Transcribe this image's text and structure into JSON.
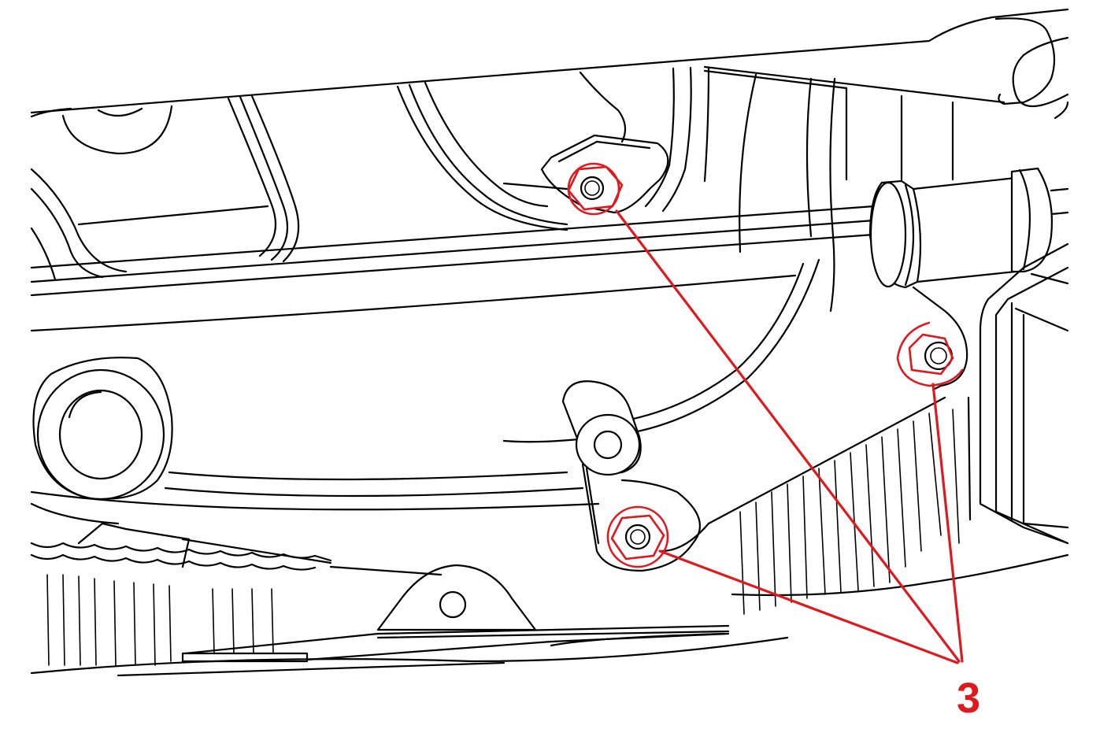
{
  "diagram": {
    "callout": {
      "label": "3",
      "color": "#e0191e"
    },
    "fasteners": [
      {
        "id": "upper-left-nut"
      },
      {
        "id": "right-nut"
      },
      {
        "id": "lower-nut"
      }
    ],
    "colors": {
      "line": "#000000",
      "highlight": "#e0191e",
      "background": "#ffffff"
    }
  }
}
